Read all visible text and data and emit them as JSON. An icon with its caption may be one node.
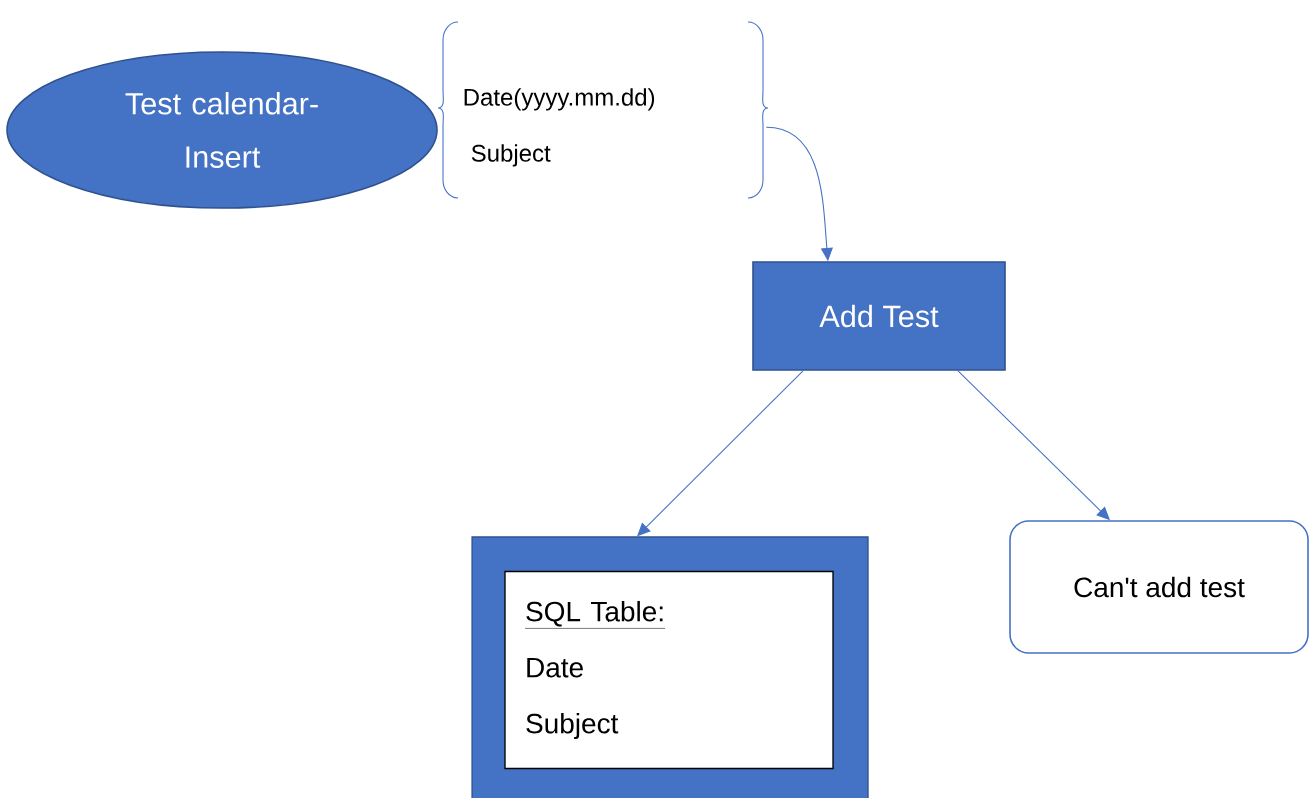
{
  "diagram": {
    "nodes": [
      {
        "text": [
          "Test calendar- Insert"
        ]
      },
      {
        "text": [
          "Date(yyyy.mm.dd)",
          "Subject"
        ]
      },
      {
        "text": [
          "Add Test"
        ]
      },
      {
        "text": [],
        "shape": "box"
      },
      {
        "text": [
          "SQL Table:",
          "Date",
          "Subject"
        ],
        "in": 3
      },
      {
        "text": [
          "Can't add test"
        ]
      }
    ],
    "edges": [
      {
        "from": 1,
        "to": 2,
        "arrow": "to"
      },
      {
        "from": 2,
        "to": 3,
        "arrow": "to"
      },
      {
        "from": 2,
        "to": 5,
        "arrow": "to"
      }
    ]
  }
}
